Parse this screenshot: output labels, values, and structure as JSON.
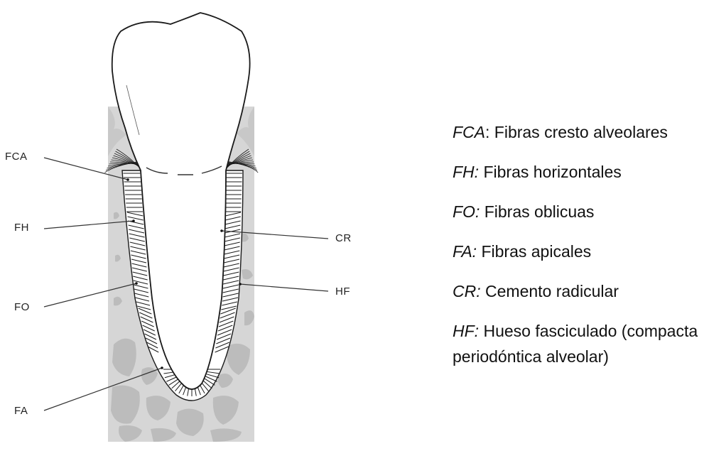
{
  "labels": {
    "fca": "FCA",
    "fh": "FH",
    "fo": "FO",
    "fa": "FA",
    "cr": "CR",
    "hf": "HF"
  },
  "legend": {
    "items": [
      {
        "abbr": "FCA",
        "sep": ":",
        "desc": " Fibras cresto alveolares"
      },
      {
        "abbr": "FH:",
        "sep": "",
        "desc": " Fibras horizontales"
      },
      {
        "abbr": "FO:",
        "sep": "",
        "desc": " Fibras oblicuas"
      },
      {
        "abbr": "FA:",
        "sep": "",
        "desc": " Fibras apicales"
      },
      {
        "abbr": "CR:",
        "sep": "",
        "desc": " Cemento radicular"
      },
      {
        "abbr": "HF:",
        "sep": "",
        "desc": " Hueso fasciculado (compacta periodóntica alveolar)"
      }
    ]
  },
  "colors": {
    "bone": "#d6d6d6",
    "trabecula": "#bcbcbc",
    "outline": "#1a1a1a"
  }
}
